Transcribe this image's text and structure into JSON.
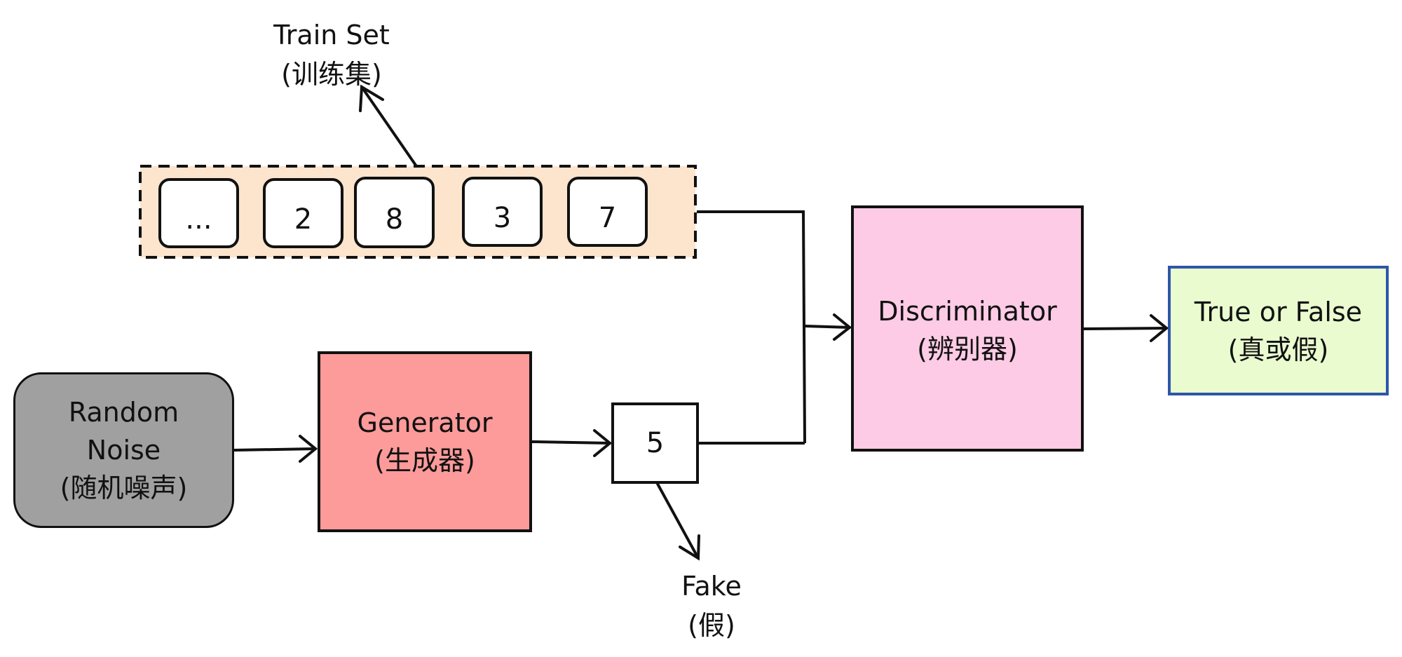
{
  "train_set": {
    "title": "Train Set",
    "subtitle": "(训练集)",
    "cards": [
      "...",
      "2",
      "8",
      "3",
      "7"
    ],
    "fill": "#fde4cd"
  },
  "random_noise": {
    "line1": "Random",
    "line2": "Noise",
    "line3": "(随机噪声)",
    "fill": "#a0a0a0"
  },
  "generator": {
    "title": "Generator",
    "subtitle": "(生成器)",
    "fill": "#fd9a9a"
  },
  "generated_sample": {
    "value": "5"
  },
  "fake_label": {
    "title": "Fake",
    "subtitle": "(假)"
  },
  "discriminator": {
    "title": "Discriminator",
    "subtitle": "(辨别器)",
    "fill": "#fdcbe5"
  },
  "output": {
    "title": "True or False",
    "subtitle": "(真或假)",
    "fill": "#e9fbcf",
    "border": "#2e56a8"
  }
}
